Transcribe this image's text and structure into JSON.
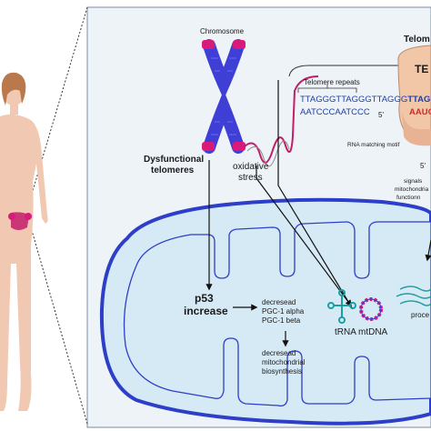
{
  "chromosome_label": "Chromosome",
  "dysfunctional_label_line1": "Dysfunctional",
  "dysfunctional_label_line2": "telomeres",
  "oxidative_label_line1": "oxidative",
  "oxidative_label_line2": "stress",
  "telomerase_label": "Telom",
  "te_label": "TE",
  "telomere_repeats_label": "Telomere repeats",
  "seq_top_plain": "TTAGGGTTAGGGTTAGGG",
  "seq_top_bold": "TTAG",
  "seq_bottom": "AATCCCAATCCC",
  "seq_bottom_prime": "5'",
  "rna_seq": "AAUC",
  "rna_prime": "5'",
  "rna_matching_label": "RNA matching motif",
  "signals_line1": "signals",
  "signals_line2": "mitochondria",
  "signals_line3": "functionn",
  "p53_line1": "p53",
  "p53_line2": "increase",
  "decreased_line1": "decresead",
  "decreased_line2": "PGC-1 alpha",
  "decreased_line3": "PGC-1 beta",
  "biogenesis_line1": "decresead",
  "biogenesis_line2": "mitochondrial",
  "biogenesis_line3": "biosynthesis",
  "trna_label": "tRNA",
  "mtdna_label": "mtDNA",
  "process_label": "proce",
  "colors": {
    "chromosome": "#3f3fd6",
    "telomere_pink": "#d81b7a",
    "mito_outer": "#2d3fc9",
    "mito_fill": "#d6eaf6",
    "panel_bg": "#eef3f8",
    "teal": "#1aa0a0",
    "seq_blue": "#1b3fb0",
    "seq_red": "#d12a2a",
    "telomerase_body": "#f2c7a8"
  }
}
